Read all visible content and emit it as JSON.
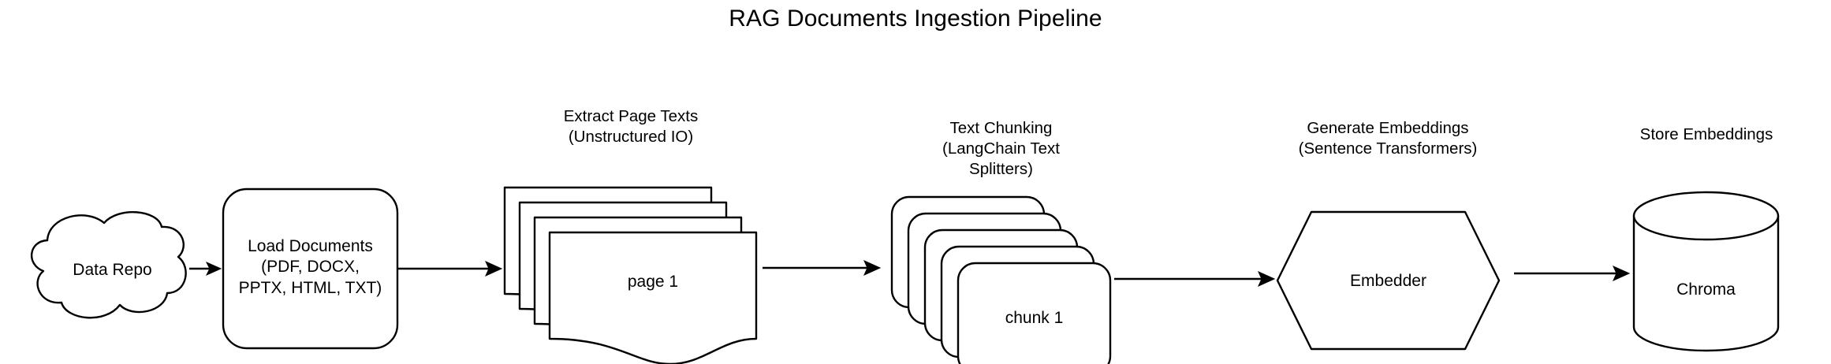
{
  "diagram": {
    "title": "RAG Documents Ingestion Pipeline",
    "type": "flowchart",
    "orientation": "left-to-right",
    "background_color": "#ffffff",
    "stroke_color": "#000000",
    "fill_color": "#ffffff",
    "nodes": [
      {
        "id": "data-repo",
        "shape": "cloud",
        "label": "Data Repo",
        "caption": ""
      },
      {
        "id": "load-documents",
        "shape": "rounded-rectangle",
        "label": "Load Documents\n(PDF, DOCX,\nPPTX, HTML, TXT)",
        "caption": ""
      },
      {
        "id": "page-texts",
        "shape": "document-stack",
        "label": "page 1",
        "caption": "Extract Page Texts\n(Unstructured IO)",
        "stack_count": 4
      },
      {
        "id": "chunks",
        "shape": "rounded-rectangle-stack",
        "label": "chunk 1",
        "caption": "Text Chunking\n(LangChain Text\nSplitters)",
        "stack_count": 5
      },
      {
        "id": "embedder",
        "shape": "hexagon",
        "label": "Embedder",
        "caption": "Generate Embeddings\n(Sentence Transformers)"
      },
      {
        "id": "chroma",
        "shape": "cylinder",
        "label": "Chroma",
        "caption": "Store Embeddings"
      }
    ],
    "edges": [
      {
        "id": "edge-repo-load",
        "from": "data-repo",
        "to": "load-documents",
        "label": "",
        "arrow": "single"
      },
      {
        "id": "edge-load-pages",
        "from": "load-documents",
        "to": "page-texts",
        "label": "",
        "arrow": "single"
      },
      {
        "id": "edge-pages-chunks",
        "from": "page-texts",
        "to": "chunks",
        "label": "",
        "arrow": "single"
      },
      {
        "id": "edge-chunks-embedder",
        "from": "chunks",
        "to": "embedder",
        "label": "",
        "arrow": "single"
      },
      {
        "id": "edge-embedder-chroma",
        "from": "embedder",
        "to": "chroma",
        "label": "",
        "arrow": "single"
      }
    ]
  }
}
